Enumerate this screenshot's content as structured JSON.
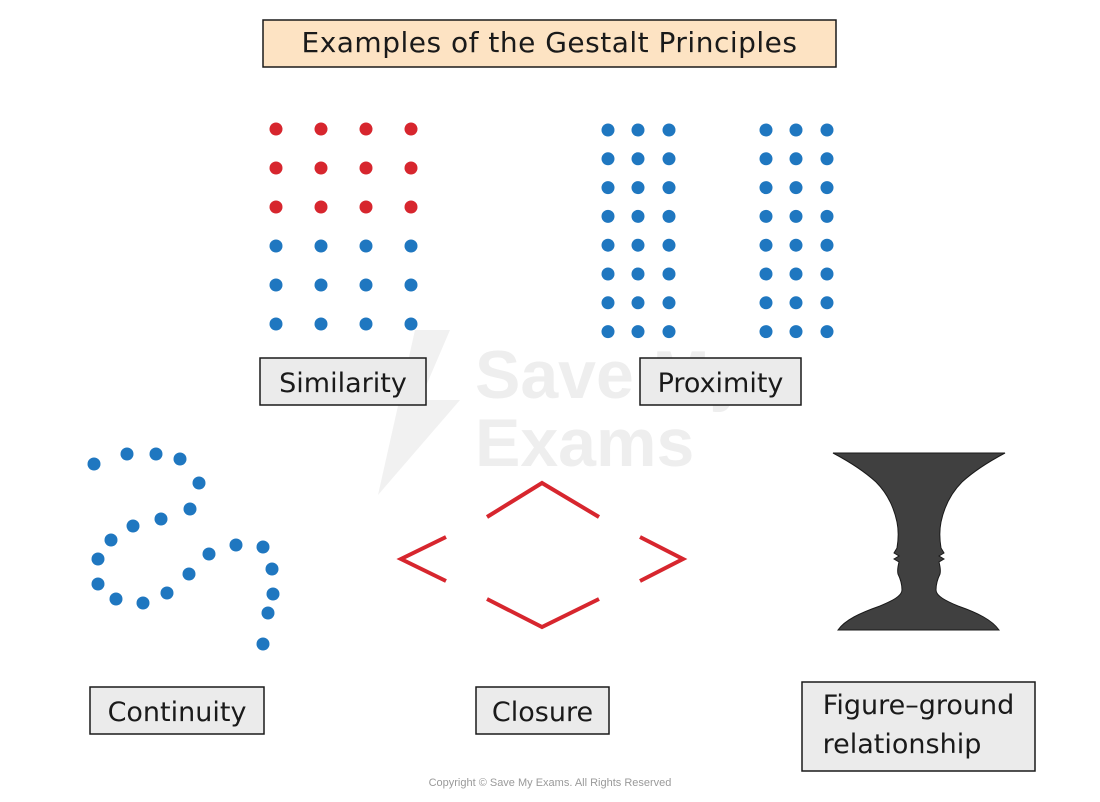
{
  "title": "Examples of the Gestalt Principles",
  "labels": {
    "similarity": "Similarity",
    "proximity": "Proximity",
    "continuity": "Continuity",
    "closure": "Closure",
    "figure_ground_line1": "Figure–ground",
    "figure_ground_line2": "relationship"
  },
  "copyright": "Copyright © Save My Exams. All Rights Reserved",
  "watermark": {
    "line1": "Save My",
    "line2": "Exams"
  },
  "colors": {
    "title_fill": "#fde3c3",
    "label_fill": "#ebebeb",
    "red": "#d7262e",
    "blue": "#1f77c0",
    "silhouette": "#404040"
  }
}
